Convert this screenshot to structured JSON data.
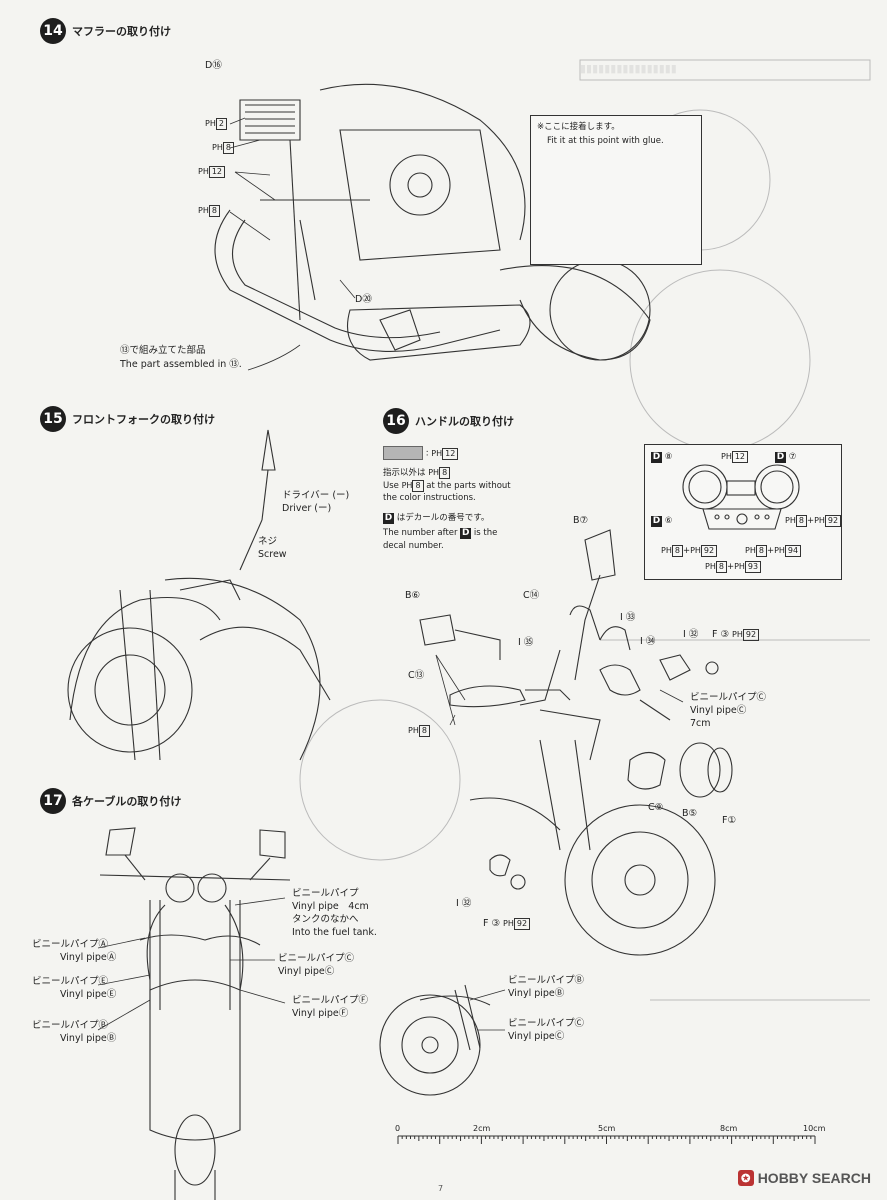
{
  "sections": {
    "s14": {
      "number": "14",
      "title": "マフラーの取り付け"
    },
    "s15": {
      "number": "15",
      "title": "フロントフォークの取り付け"
    },
    "s16": {
      "number": "16",
      "title": "ハンドルの取り付け"
    },
    "s17": {
      "number": "17",
      "title": "各ケーブルの取り付け"
    }
  },
  "s14": {
    "d16": "D⑯",
    "ph2": "2",
    "ph8a": "8",
    "ph12": "12",
    "ph8b": "8",
    "d20": "D⑳",
    "assembled_jp": "⑬で組み立てた部品",
    "assembled_en": "The part assembled in ⑬.",
    "glue_jp": "※ここに接着します。",
    "glue_en": "Fit it at this point with glue."
  },
  "s15": {
    "driver_jp": "ドライバー (ー)",
    "driver_en": "Driver (ー)",
    "screw_jp": "ネジ",
    "screw_en": "Screw"
  },
  "s16": {
    "color_box": "12",
    "note1_jp": "指示以外は",
    "note1_box": "8",
    "note1_en_a": "Use",
    "note1_en_box": "8",
    "note1_en_b": "at the parts without",
    "note1_en_c": "the color instructions.",
    "note2_jp": "はデカールの番号です。",
    "note2_en_a": "The number after",
    "note2_en_b": "is the",
    "note2_en_c": "decal number.",
    "d_letter": "D",
    "meter": {
      "d8": "⑧",
      "ph12": "12",
      "d7": "⑦",
      "d6": "⑥",
      "r1": "8",
      "r1b": "92",
      "l1": "8",
      "l1b": "92",
      "m1": "8",
      "m1b": "94",
      "b1": "8",
      "b1b": "93"
    },
    "parts": {
      "b7": "B⑦",
      "b6": "B⑥",
      "c14": "C⑭",
      "i33": "I ㉝",
      "i35": "I ㉟",
      "i34": "I ㉞",
      "i32": "I ㉜",
      "f3": "F ③",
      "f3_box": "92",
      "c13": "C⑬",
      "ph8": "8",
      "pipe_jp": "ビニールパイプⒸ",
      "pipe_en": "Vinyl pipeⒸ",
      "pipe_len": "7cm",
      "c9": "C⑨",
      "b5": "B⑤",
      "f1": "F①",
      "i32b": "I ㉜",
      "f3b": "F ③",
      "f3b_box": "92"
    }
  },
  "s17": {
    "a_jp": "ビニールパイプⒶ",
    "a_en": "Vinyl pipeⒶ",
    "e_jp": "ビニールパイプⒺ",
    "e_en": "Vinyl pipeⒺ",
    "b_jp": "ビニールパイプⒷ",
    "b_en": "Vinyl pipeⒷ",
    "top_jp": "ビニールパイプ",
    "top_en": "Vinyl pipe　4cm",
    "tank_jp": "タンクのなかへ",
    "tank_en": "Into the fuel tank.",
    "c_jp": "ビニールパイプⒸ",
    "c_en": "Vinyl pipeⒸ",
    "f_jp": "ビニールパイプⒻ",
    "f_en": "Vinyl pipeⒻ",
    "wb_jp": "ビニールパイプⒷ",
    "wb_en": "Vinyl pipeⒷ",
    "wc_jp": "ビニールパイプⒸ",
    "wc_en": "Vinyl pipeⒸ"
  },
  "ruler": {
    "t0": "0",
    "t2": "2cm",
    "t5": "5cm",
    "t8": "8cm",
    "t10": "10cm"
  },
  "page_number": "7",
  "watermark": "HOBBY SEARCH",
  "ph_label": "PH"
}
